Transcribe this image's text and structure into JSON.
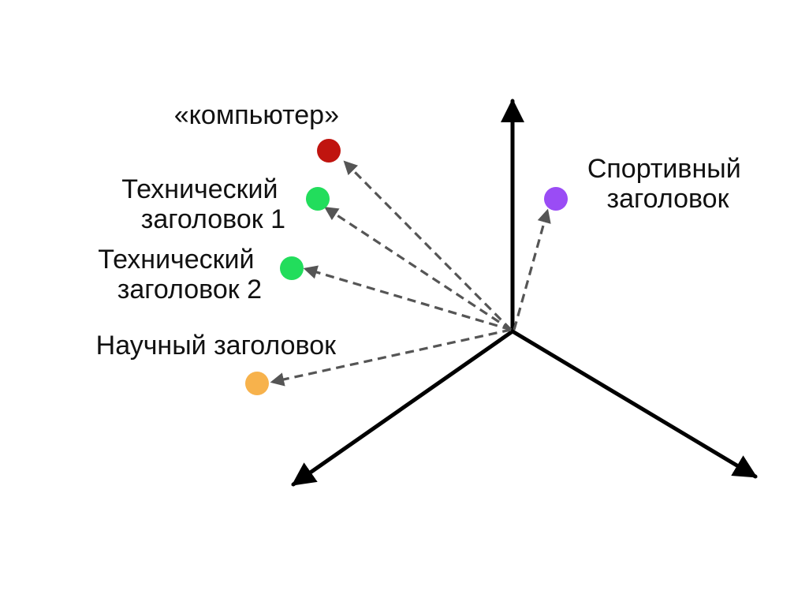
{
  "diagram": {
    "axis_color": "#000000",
    "vector_color": "#555555",
    "points": [
      {
        "id": "computer",
        "lines": [
          "«компьютер»"
        ],
        "color": "#c0140f"
      },
      {
        "id": "tech1",
        "lines": [
          "Технический",
          "заголовок 1"
        ],
        "color": "#22dd5c"
      },
      {
        "id": "tech2",
        "lines": [
          "Технический",
          "заголовок 2"
        ],
        "color": "#22dd5c"
      },
      {
        "id": "science",
        "lines": [
          "Научный заголовок"
        ],
        "color": "#f7b24c"
      },
      {
        "id": "sport",
        "lines": [
          "Спортивный",
          "заголовок"
        ],
        "color": "#9a4cf5"
      }
    ]
  }
}
